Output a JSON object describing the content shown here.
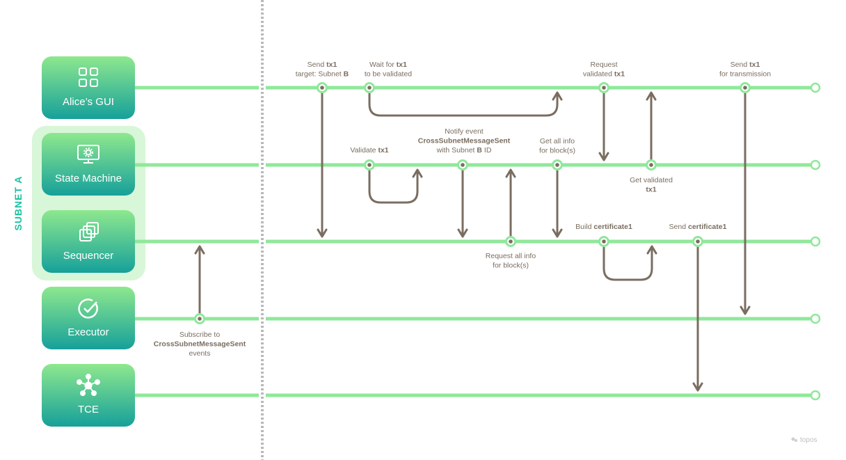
{
  "group": {
    "label": "SUBNET A"
  },
  "actors": [
    {
      "id": "gui",
      "label": "Alice’s GUI",
      "icon": "grid-icon"
    },
    {
      "id": "sm",
      "label": "State Machine",
      "icon": "monitor-gear-icon"
    },
    {
      "id": "seq",
      "label": "Sequencer",
      "icon": "stacked-squares-icon"
    },
    {
      "id": "exec",
      "label": "Executor",
      "icon": "check-circle-icon"
    },
    {
      "id": "tce",
      "label": "TCE",
      "icon": "network-hub-icon"
    }
  ],
  "steps": [
    {
      "id": "send-tx1",
      "lines": [
        [
          [
            "Send ",
            false
          ],
          [
            "tx1",
            true
          ]
        ],
        [
          [
            "target: Subnet ",
            false
          ],
          [
            "B",
            true
          ]
        ]
      ]
    },
    {
      "id": "wait-tx1",
      "lines": [
        [
          [
            "Wait for ",
            false
          ],
          [
            "tx1",
            true
          ]
        ],
        [
          [
            "to be validated",
            false
          ]
        ]
      ]
    },
    {
      "id": "request-validated",
      "lines": [
        [
          [
            "Request",
            false
          ]
        ],
        [
          [
            "validated ",
            false
          ],
          [
            "tx1",
            true
          ]
        ]
      ]
    },
    {
      "id": "send-transmission",
      "lines": [
        [
          [
            "Send ",
            false
          ],
          [
            "tx1",
            true
          ]
        ],
        [
          [
            "for transmission",
            false
          ]
        ]
      ]
    },
    {
      "id": "validate-tx1",
      "lines": [
        [
          [
            "Validate ",
            false
          ],
          [
            "tx1",
            true
          ]
        ]
      ]
    },
    {
      "id": "notify-event",
      "lines": [
        [
          [
            "Notify event",
            false
          ]
        ],
        [
          [
            "CrossSubnetMessageSent",
            true
          ]
        ],
        [
          [
            "with Subnet ",
            false
          ],
          [
            "B",
            true
          ],
          [
            " ID",
            false
          ]
        ]
      ]
    },
    {
      "id": "get-all-info",
      "lines": [
        [
          [
            "Get all info",
            false
          ]
        ],
        [
          [
            "for block(s)",
            false
          ]
        ]
      ]
    },
    {
      "id": "get-validated",
      "lines": [
        [
          [
            "Get validated",
            false
          ]
        ],
        [
          [
            "tx1",
            true
          ]
        ]
      ]
    },
    {
      "id": "build-cert",
      "lines": [
        [
          [
            "Build ",
            false
          ],
          [
            "certificate1",
            true
          ]
        ]
      ]
    },
    {
      "id": "send-cert",
      "lines": [
        [
          [
            "Send ",
            false
          ],
          [
            "certificate1",
            true
          ]
        ]
      ]
    },
    {
      "id": "request-all-info",
      "lines": [
        [
          [
            "Request all info",
            false
          ]
        ],
        [
          [
            "for block(s)",
            false
          ]
        ]
      ]
    },
    {
      "id": "subscribe",
      "lines": [
        [
          [
            "Subscribe to",
            false
          ]
        ],
        [
          [
            "CrossSubnetMessageSent",
            true
          ]
        ],
        [
          [
            "events",
            false
          ]
        ]
      ]
    }
  ],
  "brand": {
    "watermark": "topos"
  },
  "colors": {
    "lane": "#8fe89a",
    "arrow": "#7a6d60",
    "box_top": "#8ee88e",
    "box_bottom": "#16a09a",
    "group_bg": "#d8f6d8",
    "group_label": "#19c3a0"
  }
}
